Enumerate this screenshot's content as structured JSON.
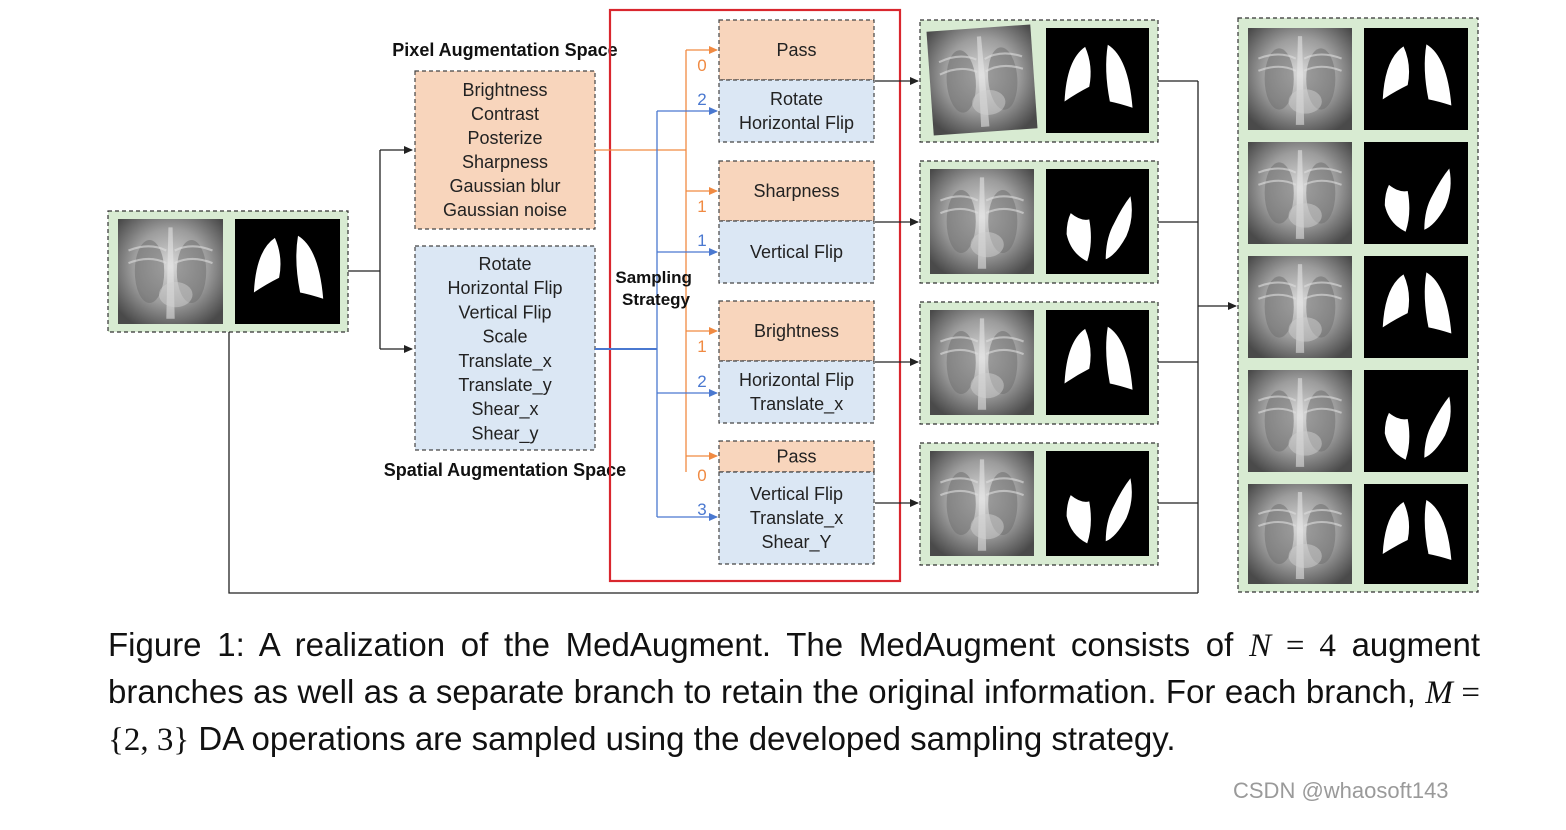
{
  "pixel_space": {
    "title": "Pixel Augmentation Space",
    "operations": [
      "Brightness",
      "Contrast",
      "Posterize",
      "Sharpness",
      "Gaussian blur",
      "Gaussian noise"
    ]
  },
  "spatial_space": {
    "title": "Spatial Augmentation Space",
    "operations": [
      "Rotate",
      "Horizontal Flip",
      "Vertical Flip",
      "Scale",
      "Translate_x",
      "Translate_y",
      "Shear_x",
      "Shear_y"
    ]
  },
  "sampling_strategy": {
    "line1": "Sampling",
    "line2": "Strategy"
  },
  "branches": [
    {
      "pixel_count": "0",
      "spatial_count": "2",
      "pixel_ops": [
        "Pass"
      ],
      "spatial_ops": [
        "Rotate",
        "Horizontal Flip"
      ]
    },
    {
      "pixel_count": "1",
      "spatial_count": "1",
      "pixel_ops": [
        "Sharpness"
      ],
      "spatial_ops": [
        "Vertical Flip"
      ]
    },
    {
      "pixel_count": "1",
      "spatial_count": "2",
      "pixel_ops": [
        "Brightness"
      ],
      "spatial_ops": [
        "Horizontal Flip",
        "Translate_x"
      ]
    },
    {
      "pixel_count": "0",
      "spatial_count": "3",
      "pixel_ops": [
        "Pass"
      ],
      "spatial_ops": [
        "Vertical Flip",
        "Translate_x",
        "Shear_Y"
      ]
    }
  ],
  "colors": {
    "pixel_fill": "#f8d5bc",
    "spatial_fill": "#dbe7f4",
    "pixel_arrow": "#f08a42",
    "spatial_arrow": "#4a78d0",
    "image_frame": "#d8ebd2",
    "highlight": "#d9272e"
  },
  "caption": {
    "p1": "Figure 1: A realization of the MedAugment.  The MedAugment consists of ",
    "m1": "N",
    "e1": " = 4",
    "p2": " augment branches as well as a separate branch to retain the original information. For each branch, ",
    "m2": "M",
    "e2": " = {2, 3}",
    "p3": " DA operations are sampled using the developed sampling strategy."
  },
  "watermark": "CSDN @whaosoft143"
}
